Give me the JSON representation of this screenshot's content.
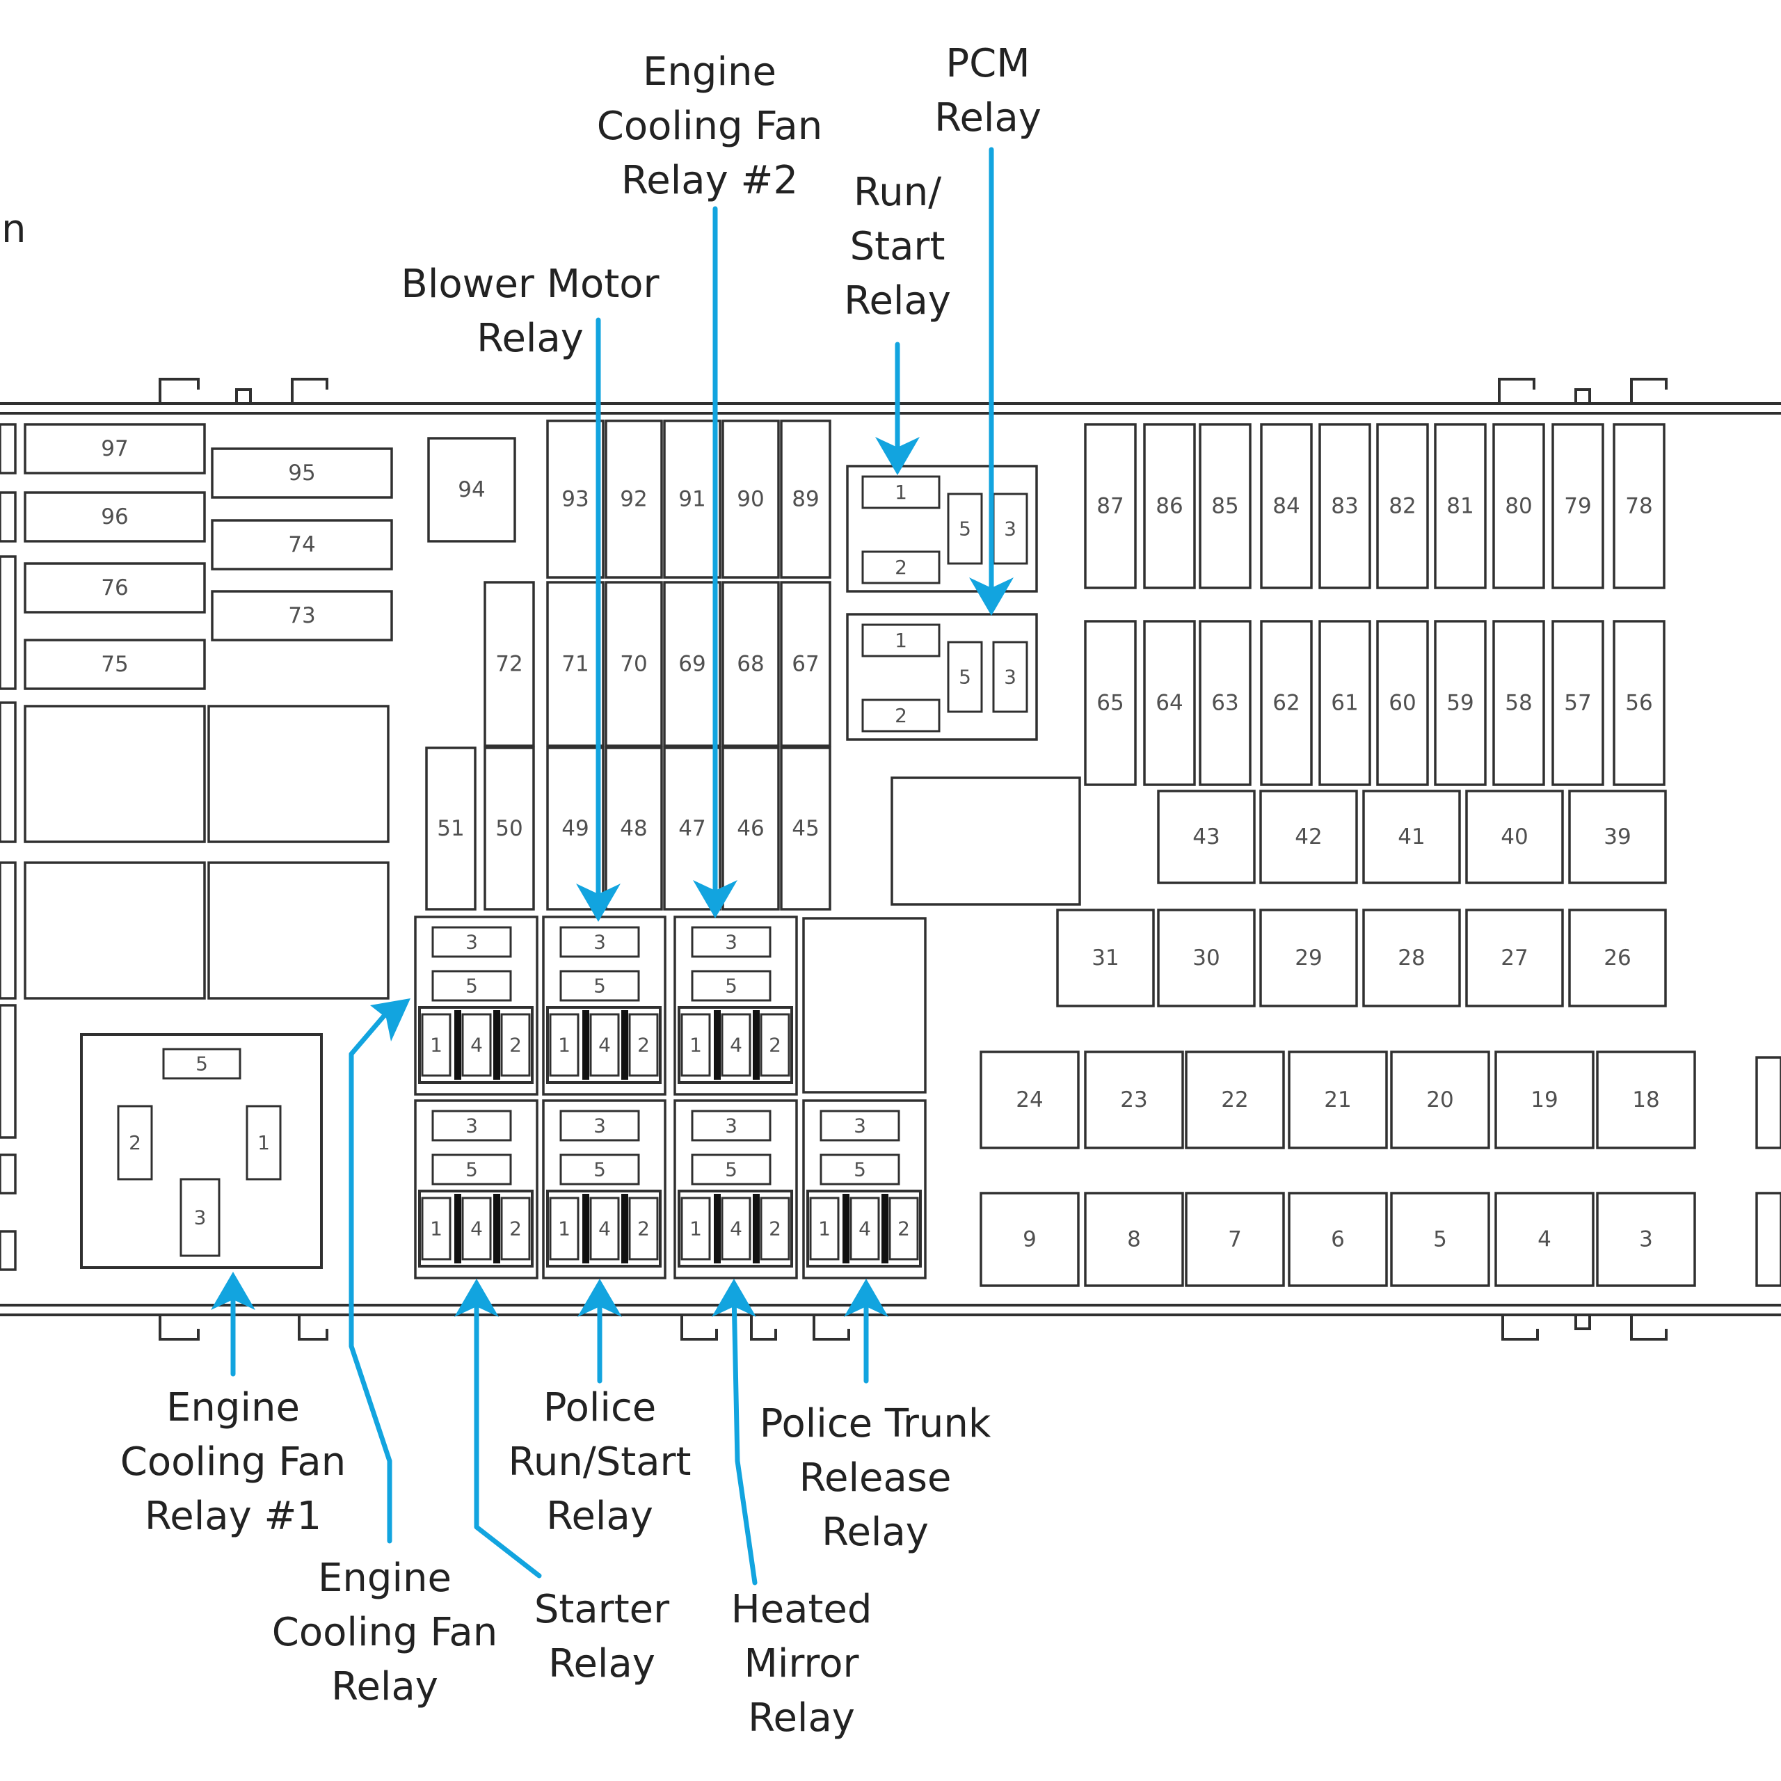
{
  "diagram": {
    "accent_color": "#12a4df",
    "fuses": {
      "97": "97",
      "96": "96",
      "76": "76",
      "75": "75",
      "95": "95",
      "74": "74",
      "73": "73",
      "94": "94",
      "93": "93",
      "92": "92",
      "91": "91",
      "90": "90",
      "89": "89",
      "72": "72",
      "71": "71",
      "70": "70",
      "69": "69",
      "68": "68",
      "67": "67",
      "51": "51",
      "50": "50",
      "49": "49",
      "48": "48",
      "47": "47",
      "46": "46",
      "45": "45",
      "87": "87",
      "86": "86",
      "85": "85",
      "84": "84",
      "83": "83",
      "82": "82",
      "81": "81",
      "80": "80",
      "79": "79",
      "78": "78",
      "65": "65",
      "64": "64",
      "63": "63",
      "62": "62",
      "61": "61",
      "60": "60",
      "59": "59",
      "58": "58",
      "57": "57",
      "56": "56",
      "43": "43",
      "42": "42",
      "41": "41",
      "40": "40",
      "39": "39",
      "31": "31",
      "30": "30",
      "29": "29",
      "28": "28",
      "27": "27",
      "26": "26",
      "24": "24",
      "23": "23",
      "22": "22",
      "21": "21",
      "20": "20",
      "19": "19",
      "18": "18",
      "9": "9",
      "8": "8",
      "7": "7",
      "6": "6",
      "5": "5",
      "4": "4",
      "3": "3"
    },
    "pins": {
      "p1": "1",
      "p2": "2",
      "p3": "3",
      "p4": "4",
      "p5": "5"
    },
    "callouts": {
      "blower_motor": [
        "Blower Motor",
        "Relay"
      ],
      "fan2": [
        "Engine",
        "Cooling Fan",
        "Relay #2"
      ],
      "run_start": [
        "Run/",
        "Start",
        "Relay"
      ],
      "pcm": [
        "PCM",
        "Relay"
      ],
      "fan1": [
        "Engine",
        "Cooling Fan",
        "Relay #1"
      ],
      "fan": [
        "Engine",
        "Cooling Fan",
        "Relay"
      ],
      "starter": [
        "Starter",
        "Relay"
      ],
      "police_run_start": [
        "Police",
        "Run/Start",
        "Relay"
      ],
      "heated_mirror": [
        "Heated",
        "Mirror",
        "Relay"
      ],
      "police_trunk": [
        "Police Trunk",
        "Release",
        "Relay"
      ]
    },
    "edge_glyph": "n"
  }
}
